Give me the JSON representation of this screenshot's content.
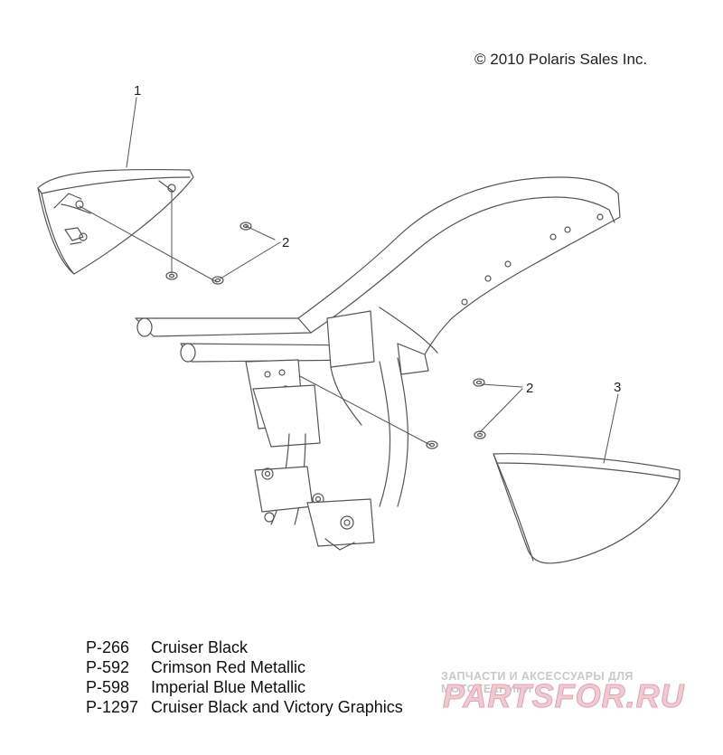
{
  "copyright": "© 2010 Polaris Sales Inc.",
  "callouts": [
    {
      "id": "1",
      "label": "1"
    },
    {
      "id": "2a",
      "label": "2"
    },
    {
      "id": "2b",
      "label": "2"
    },
    {
      "id": "3",
      "label": "3"
    }
  ],
  "legend": [
    {
      "code": "P-266",
      "name": "Cruiser Black"
    },
    {
      "code": "P-592",
      "name": "Crimson Red Metallic"
    },
    {
      "code": "P-598",
      "name": "Imperial Blue Metallic"
    },
    {
      "code": "P-1297",
      "name": "Cruiser Black and Victory Graphics"
    }
  ],
  "watermark": {
    "subtitle": "ЗАПЧАСТИ И АКСЕССУАРЫ ДЛЯ МОТОТЕХНИКИ",
    "logo": "PARTSFOR.RU"
  },
  "colors": {
    "line": "#555555",
    "watermark": "#e3a3ad"
  }
}
